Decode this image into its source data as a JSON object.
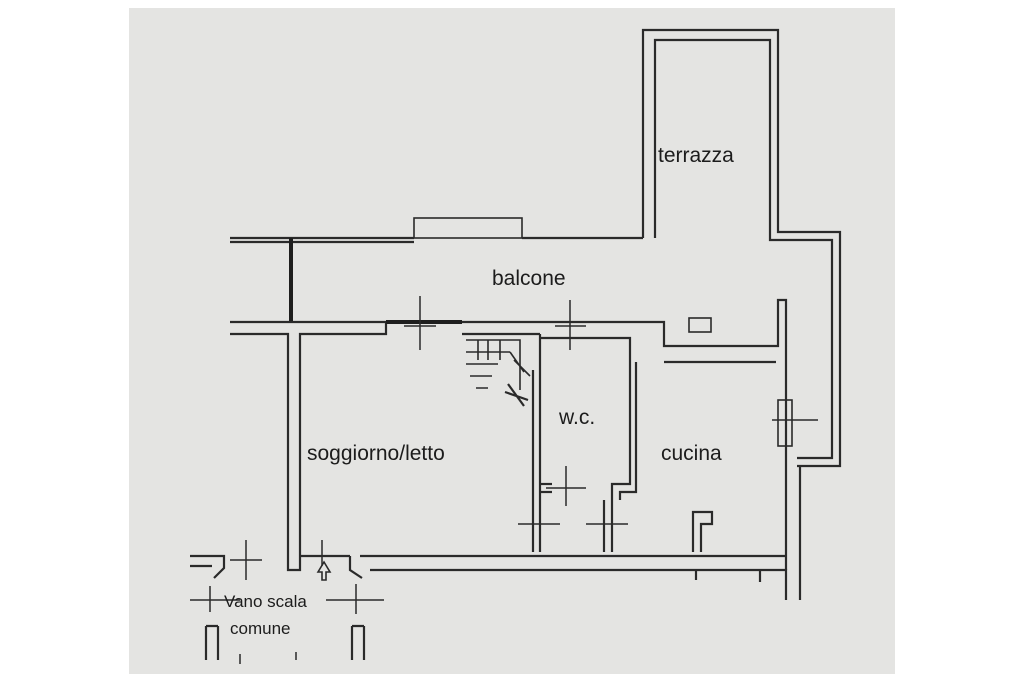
{
  "plan": {
    "rooms": {
      "terrazza": "terrazza",
      "balcone": "balcone",
      "soggiorno": "soggiorno/letto",
      "wc": "w.c.",
      "cucina": "cucina"
    },
    "stair_label_line1": "Vano scala",
    "stair_label_line2": "comune"
  },
  "colors": {
    "sheet": "#e4e4e2",
    "lines": "#2a2a2a",
    "background": "#ffffff"
  }
}
